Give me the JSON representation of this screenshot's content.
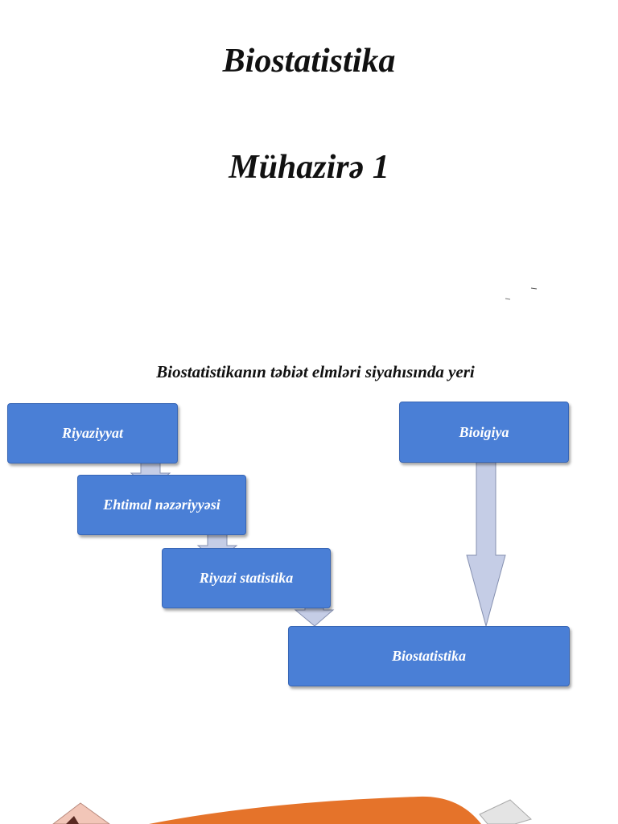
{
  "titles": {
    "main": "Biostatistika",
    "lecture": "Mühazirə 1"
  },
  "diagram": {
    "caption": "Biostatistikanın təbiət elmləri siyahısında yeri",
    "boxes": {
      "math": "Riyaziyyat",
      "probability": "Ehtimal nəzəriyyəsi",
      "math_stats": "Riyazi statistika",
      "biostats": "Biostatistika",
      "biology": "Bioigiya"
    }
  },
  "colors": {
    "box_fill": "#4a7fd6",
    "box_border": "#3866b5",
    "arrow_fill": "#c5cde6",
    "arrow_stroke": "#8590b0",
    "decor_orange": "#e5732a"
  }
}
